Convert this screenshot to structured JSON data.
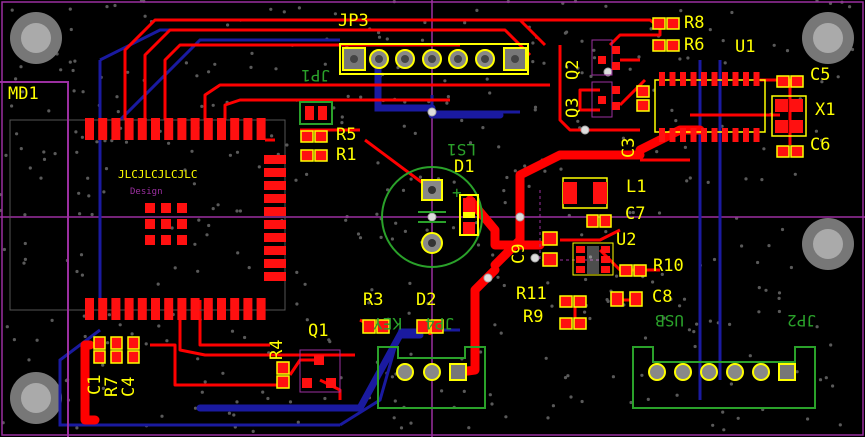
{
  "board": {
    "labels": {
      "jp3": "JP3",
      "md1": "MD1",
      "jp1": "JP1",
      "r5": "R5",
      "r1": "R1",
      "ls1": "LS1",
      "d1": "D1",
      "r8": "R8",
      "r6": "R6",
      "u1": "U1",
      "q2": "Q2",
      "q3": "Q3",
      "c3": "C3",
      "c5": "C5",
      "x1": "X1",
      "c6": "C6",
      "l1": "L1",
      "c7": "C7",
      "u2": "U2",
      "c9": "C9",
      "r10": "R10",
      "r11": "R11",
      "c8": "C8",
      "r9": "R9",
      "usb": "USB",
      "jp2": "JP2",
      "r3": "R3",
      "d2": "D2",
      "key": "KEY",
      "jp4": "JP4",
      "q1": "Q1",
      "r4": "R4",
      "c1": "C1",
      "r7": "R7",
      "c4": "C4",
      "jlc": "JLCJLCJLCJLC",
      "design": "Design"
    },
    "colors": {
      "background": "#000000",
      "top_copper": "#ff0000",
      "bottom_copper": "#1a1aa0",
      "silkscreen": "#ffff00",
      "bottom_silk": "#2aa12a",
      "outline": "#9b2fa0",
      "pad": "#ff2020",
      "hole": "#9a9a9a"
    }
  }
}
